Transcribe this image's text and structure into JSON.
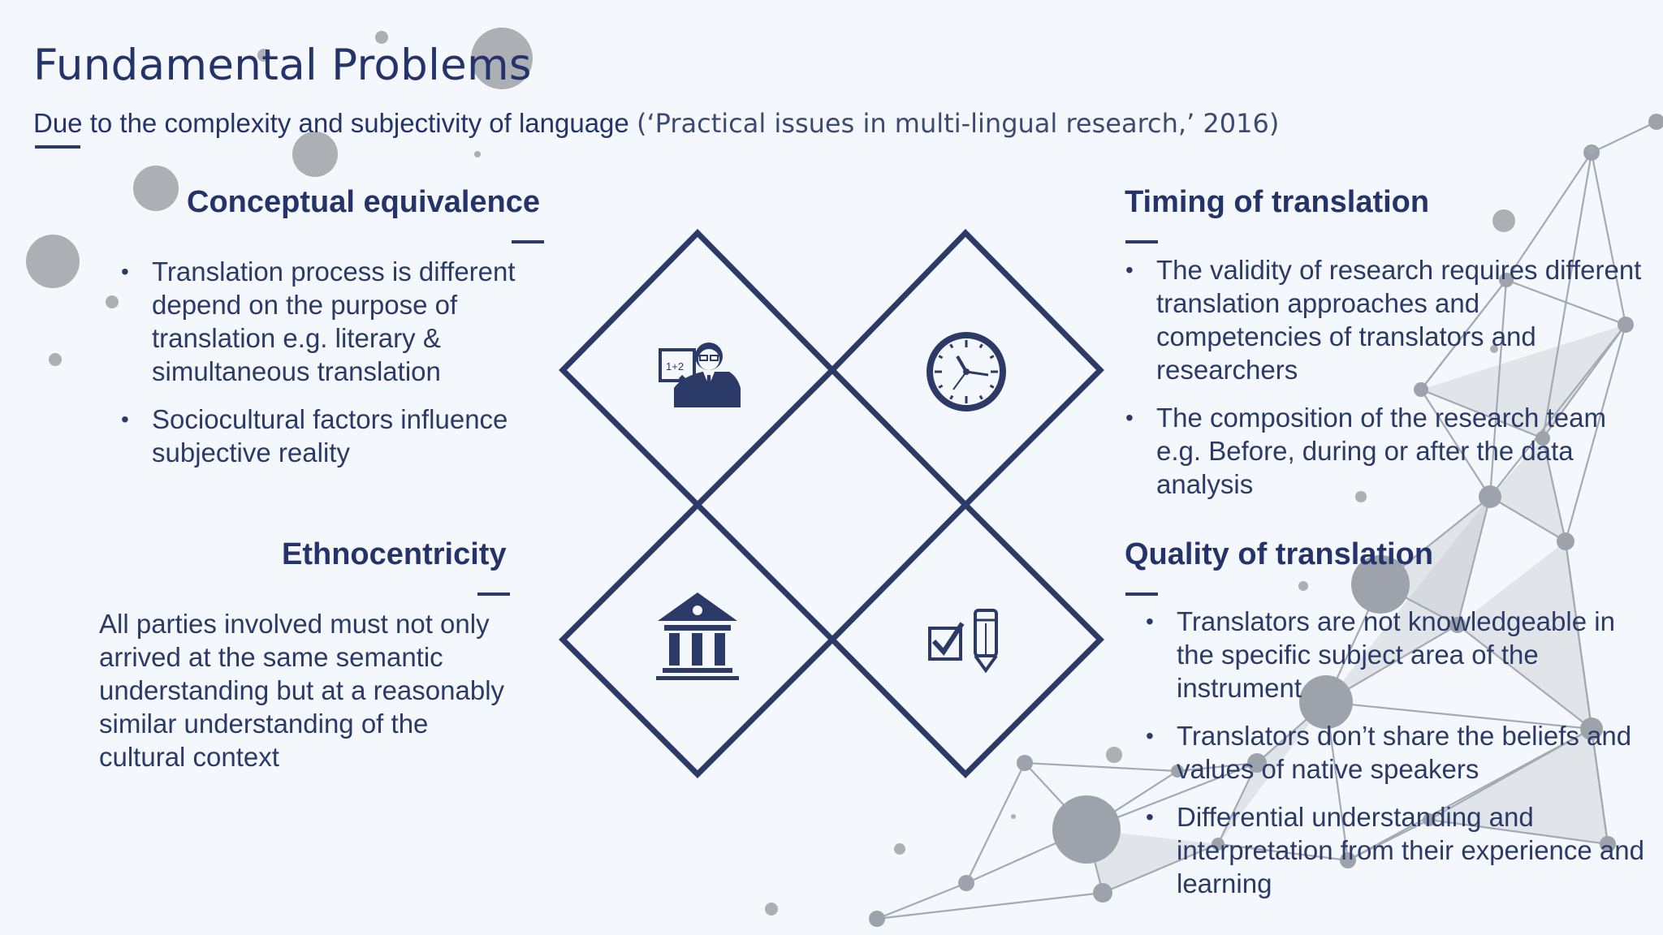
{
  "title": "Fundamental Problems",
  "subtitle": {
    "main": "Due to the complexity and subjectivity of language",
    "citation": "(‘Practical issues in multi-lingual research,’ 2016)"
  },
  "colors": {
    "accent": "#2b3a67",
    "background": "#f4f7fb",
    "network": "#9aa0a8"
  },
  "sections": {
    "conceptual": {
      "heading": "Conceptual equivalence",
      "bullets": [
        "Translation process is different depend on the purpose of translation e.g. literary & simultaneous translation",
        "Sociocultural factors influence subjective reality"
      ]
    },
    "timing": {
      "heading": "Timing of translation",
      "bullets": [
        "The validity of research requires different translation approaches and competencies of translators and researchers",
        "The composition of the research team e.g. Before, during or after the data analysis"
      ]
    },
    "ethnocentricity": {
      "heading": "Ethnocentricity",
      "text": "All parties involved must not only arrived at the same semantic understanding  but at a reasonably similar understanding of the cultural context"
    },
    "quality": {
      "heading": "Quality of translation",
      "bullets": [
        "Translators are not knowledgeable in the specific subject area of the instrument",
        "Translators don’t share the beliefs and values of native speakers",
        "Differential understanding and interpretation from their experience and learning"
      ]
    }
  },
  "icons": {
    "conceptual": "teacher-icon",
    "timing": "clock-icon",
    "ethnocentricity": "institution-icon",
    "quality": "checklist-pencil-icon"
  },
  "teacher_board_text": "1+2"
}
